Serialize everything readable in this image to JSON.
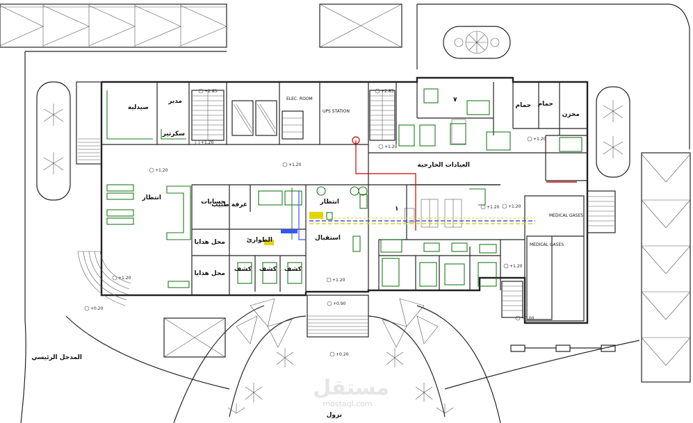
{
  "rooms": {
    "pharmacy": "صيدلية",
    "manager": "مدير",
    "secretary": "سكرتير",
    "waiting_left": "انتظار",
    "accounts": "حسابات",
    "doctor_room": "غرفة طبيب",
    "shop_1": "محل هدايا",
    "shop_2": "محل هدايا",
    "emergency": "الطوارئ",
    "exam_1": "كشف",
    "exam_2": "كشف",
    "exam_3": "كشف",
    "waiting_center": "انتظار",
    "reception": "استقبال",
    "outpatient": "العيادات الخارجية",
    "bath_1": "حمام",
    "bath_2": "حمام",
    "store": "مخزن",
    "room_7": "٧",
    "room_1": "١",
    "ups": "UPS STATION",
    "elec": "ELEC. ROOM",
    "medical_gases_1": "MEDICAL GASES",
    "medical_gases_2": "MEDICAL GASES",
    "main_entrance": "المدخل الرئيسي",
    "drop_off": "نزول"
  },
  "levels": {
    "l285a": "+2.85",
    "l285b": "+2.85",
    "l120a": "+1.20",
    "l120b": "+1.20",
    "l120c": "+1.20",
    "l120d": "+1.20",
    "l120e": "+1.20",
    "l120f": "+1.20",
    "l120g": "+1.20",
    "l120h": "+1.20",
    "l120i": "+1.20",
    "l120j": "+1.20",
    "l090": "+0.90",
    "l020a": "+0.20",
    "l020b": "+0.20",
    "l000": "+0.00"
  },
  "watermark": {
    "arabic": "مستقل",
    "latin": "mostaql.com"
  },
  "colors": {
    "line": "#222222",
    "furniture": "#1a7a1a",
    "pipe_red": "#cc0000",
    "pipe_blue": "#3355ff",
    "pipe_yellow": "#e6d400"
  }
}
